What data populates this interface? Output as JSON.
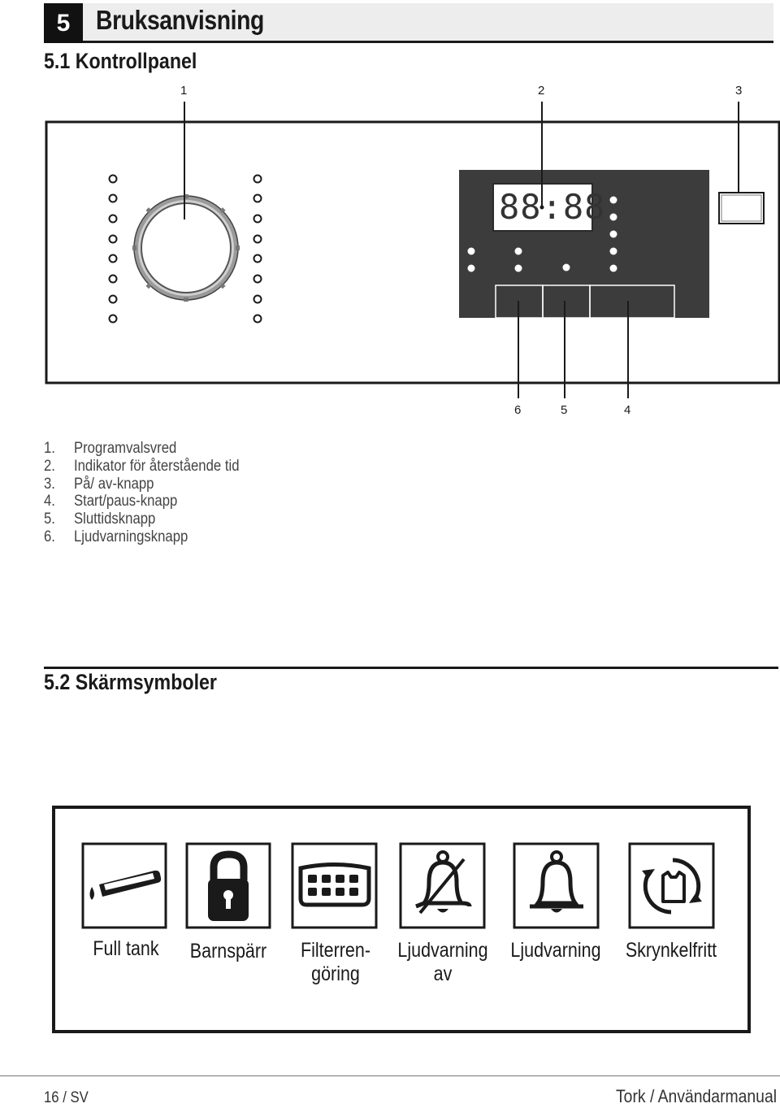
{
  "header": {
    "chapter_number": "5",
    "chapter_title": "Bruksanvisning"
  },
  "section1": {
    "title": "5.1 Kontrollpanel",
    "callouts_top": [
      "1",
      "2",
      "3"
    ],
    "callouts_bottom": [
      "6",
      "5",
      "4"
    ],
    "display_digits": "88:88",
    "legend": [
      {
        "num": "1.",
        "text": "Programvalsvred"
      },
      {
        "num": "2.",
        "text": "Indikator för återstående tid"
      },
      {
        "num": "3.",
        "text": "På/ av-knapp"
      },
      {
        "num": "4.",
        "text": "Start/paus-knapp"
      },
      {
        "num": "5.",
        "text": "Sluttidsknapp"
      },
      {
        "num": "6.",
        "text": "Ljudvarningsknapp"
      }
    ]
  },
  "section2": {
    "title": "5.2 Skärmsymboler",
    "symbols": [
      {
        "icon": "full-tank-icon",
        "line1": "Full tank",
        "line2": ""
      },
      {
        "icon": "padlock-icon",
        "line1": "Barnspärr",
        "line2": ""
      },
      {
        "icon": "filter-icon",
        "line1": "Filterren-",
        "line2": "göring"
      },
      {
        "icon": "bell-off-icon",
        "line1": "Ljudvarning",
        "line2": "av"
      },
      {
        "icon": "bell-icon",
        "line1": "Ljudvarning",
        "line2": ""
      },
      {
        "icon": "anti-crease-icon",
        "line1": "Skrynkelfritt",
        "line2": ""
      }
    ]
  },
  "footer": {
    "page": "16 / SV",
    "manual": "Tork  / Användarmanual"
  }
}
